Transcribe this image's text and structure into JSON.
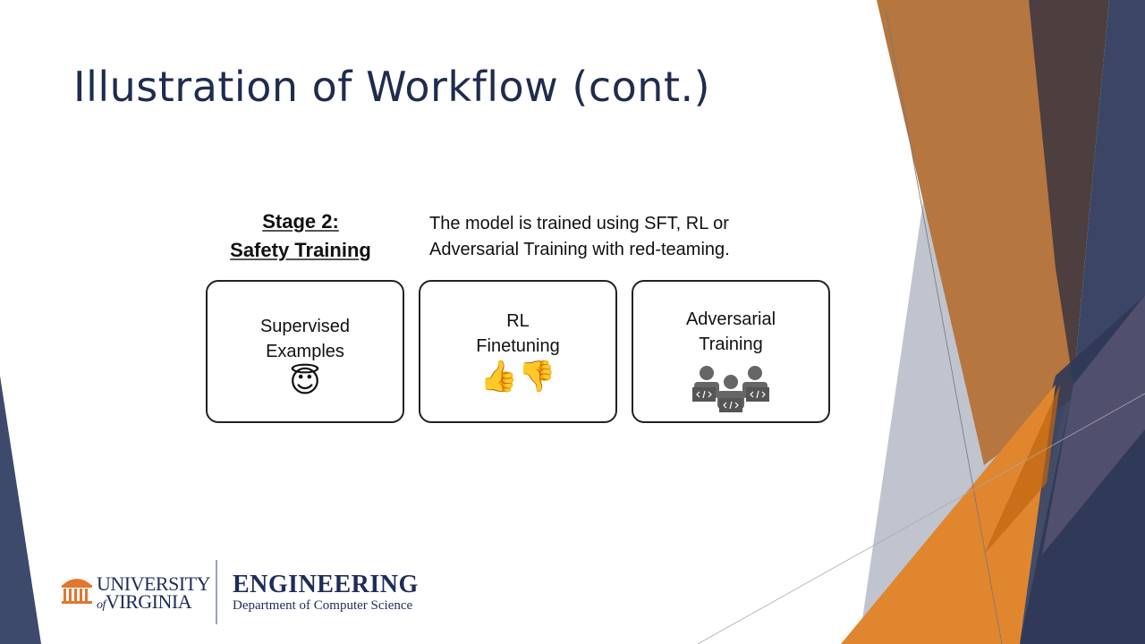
{
  "slide": {
    "title": "Illustration of Workflow (cont.)",
    "stage": {
      "line1": "Stage 2:",
      "line2": "Safety Training"
    },
    "description": {
      "line1": "The model is trained using SFT, RL or",
      "line2": "Adversarial Training with red-teaming."
    },
    "boxes": [
      {
        "line1": "Supervised",
        "line2": "Examples",
        "icon": "halo-smile-emoji",
        "glyph": "😇"
      },
      {
        "line1": "RL",
        "line2": "Finetuning",
        "icon": "thumbs-up-down-emoji",
        "glyph": "👍👎"
      },
      {
        "line1": "Adversarial",
        "line2": "Training",
        "icon": "red-team-people-icon"
      }
    ]
  },
  "footer": {
    "university_line1": "UNIVERSITY",
    "university_of": "of",
    "university_line2": "VIRGINIA",
    "school": "ENGINEERING",
    "department": "Department of Computer Science"
  },
  "colors": {
    "navy": "#1f2c4f",
    "orange": "#e0862f",
    "brown": "#b5763f",
    "dark": "#4d3f40"
  }
}
